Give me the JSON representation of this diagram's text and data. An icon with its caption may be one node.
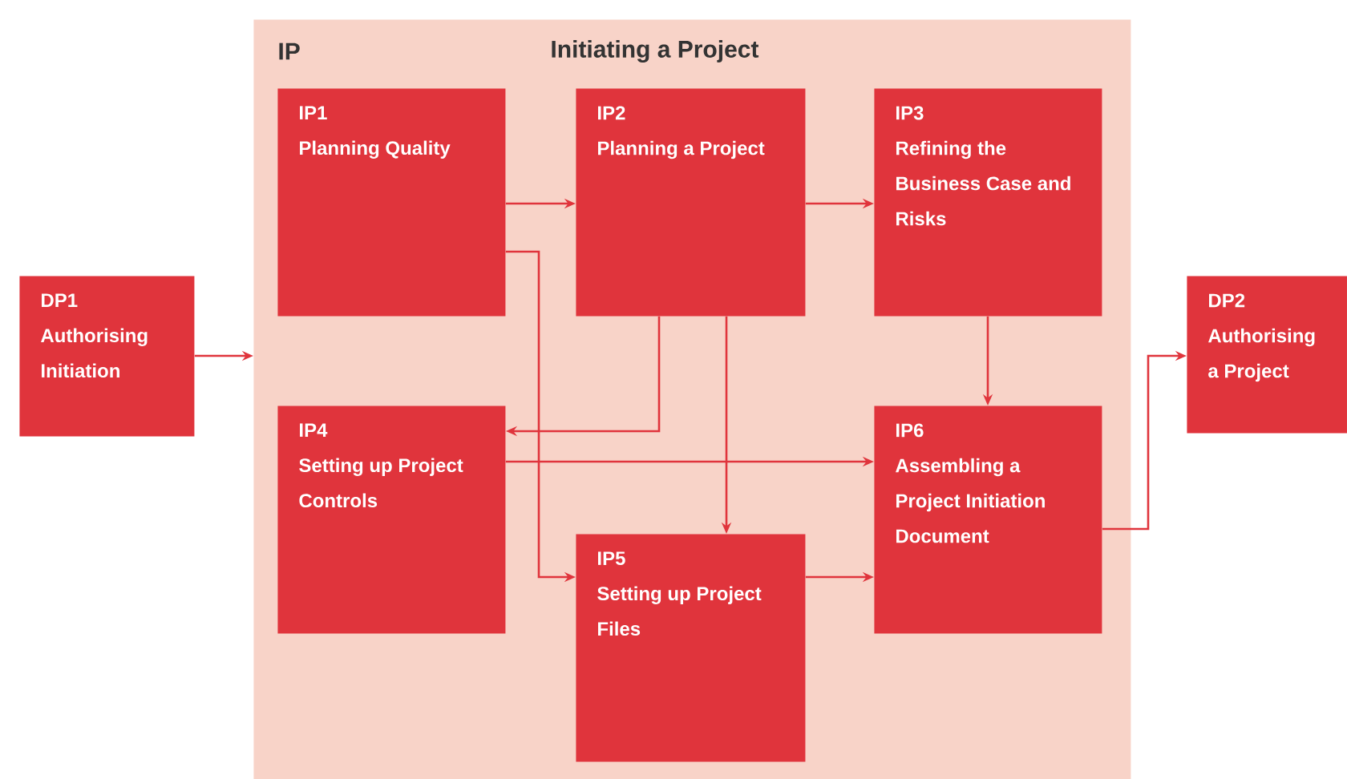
{
  "diagram": {
    "nodes": [
      {
        "text": [
          "IP",
          "Initiating a Project"
        ]
      },
      {
        "text": [
          "IP1",
          "Planning Quality"
        ],
        "in": 0
      },
      {
        "text": [
          "IP2",
          "Planning a Project"
        ],
        "in": 0
      },
      {
        "text": [
          "IP3",
          "Refining the Business Case and Risks"
        ],
        "in": 0
      },
      {
        "text": [
          "IP4",
          "Setting up Project Controls"
        ],
        "in": 0
      },
      {
        "text": [
          "IP5",
          "Setting up Project Files"
        ],
        "in": 0
      },
      {
        "text": [
          "IP6",
          "Assembling a Project Initiation Document"
        ],
        "in": 0
      },
      {
        "text": [
          "DP1",
          "Authorising Initiation"
        ]
      },
      {
        "text": [
          "DP2",
          "Authorising a Project"
        ]
      }
    ],
    "edges": [
      {
        "from": 7,
        "to": 0,
        "arrow": "to"
      },
      {
        "from": 1,
        "to": 2,
        "arrow": "to"
      },
      {
        "from": 1,
        "to": 5,
        "arrow": "to"
      },
      {
        "from": 2,
        "to": 3,
        "arrow": "to"
      },
      {
        "from": 2,
        "to": 4,
        "arrow": "to"
      },
      {
        "from": 2,
        "to": 5,
        "arrow": "to"
      },
      {
        "from": 3,
        "to": 6,
        "arrow": "to"
      },
      {
        "from": 4,
        "to": 6,
        "arrow": "to"
      },
      {
        "from": 5,
        "to": 6,
        "arrow": "to"
      },
      {
        "from": 6,
        "to": 8,
        "arrow": "to"
      }
    ]
  }
}
